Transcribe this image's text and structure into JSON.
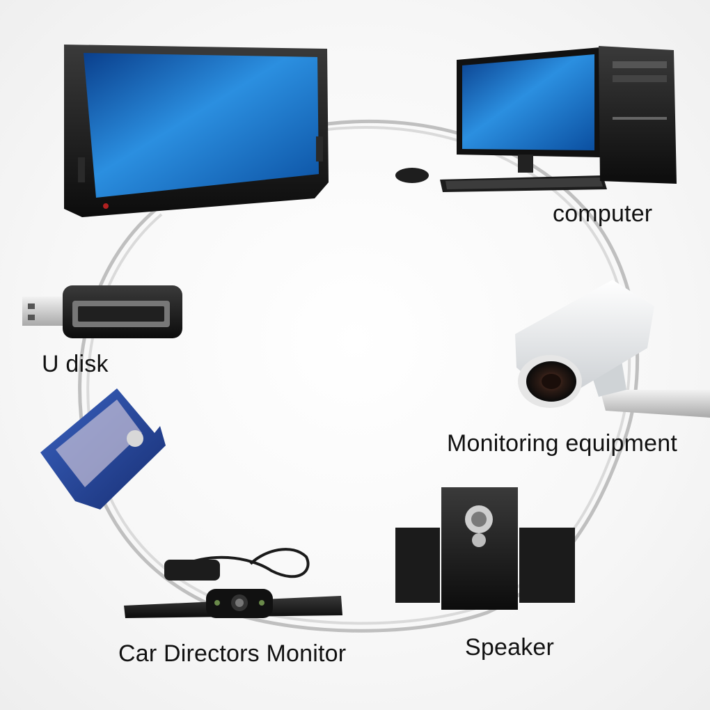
{
  "labels": {
    "computer": "computer",
    "u_disk": "U disk",
    "monitoring": "Monitoring equipment",
    "speaker": "Speaker",
    "car_monitor": "Car Directors Monitor"
  },
  "colors": {
    "cable": "#c9c9c9",
    "screen_blue": "#1a73c9",
    "device_black": "#141414",
    "sd_blue": "#1c3d8c"
  },
  "icons": [
    "portable-tv-icon",
    "desktop-computer-icon",
    "usb-drive-icon",
    "sd-card-icon",
    "security-camera-icon",
    "speaker-system-icon",
    "car-camera-icon"
  ]
}
